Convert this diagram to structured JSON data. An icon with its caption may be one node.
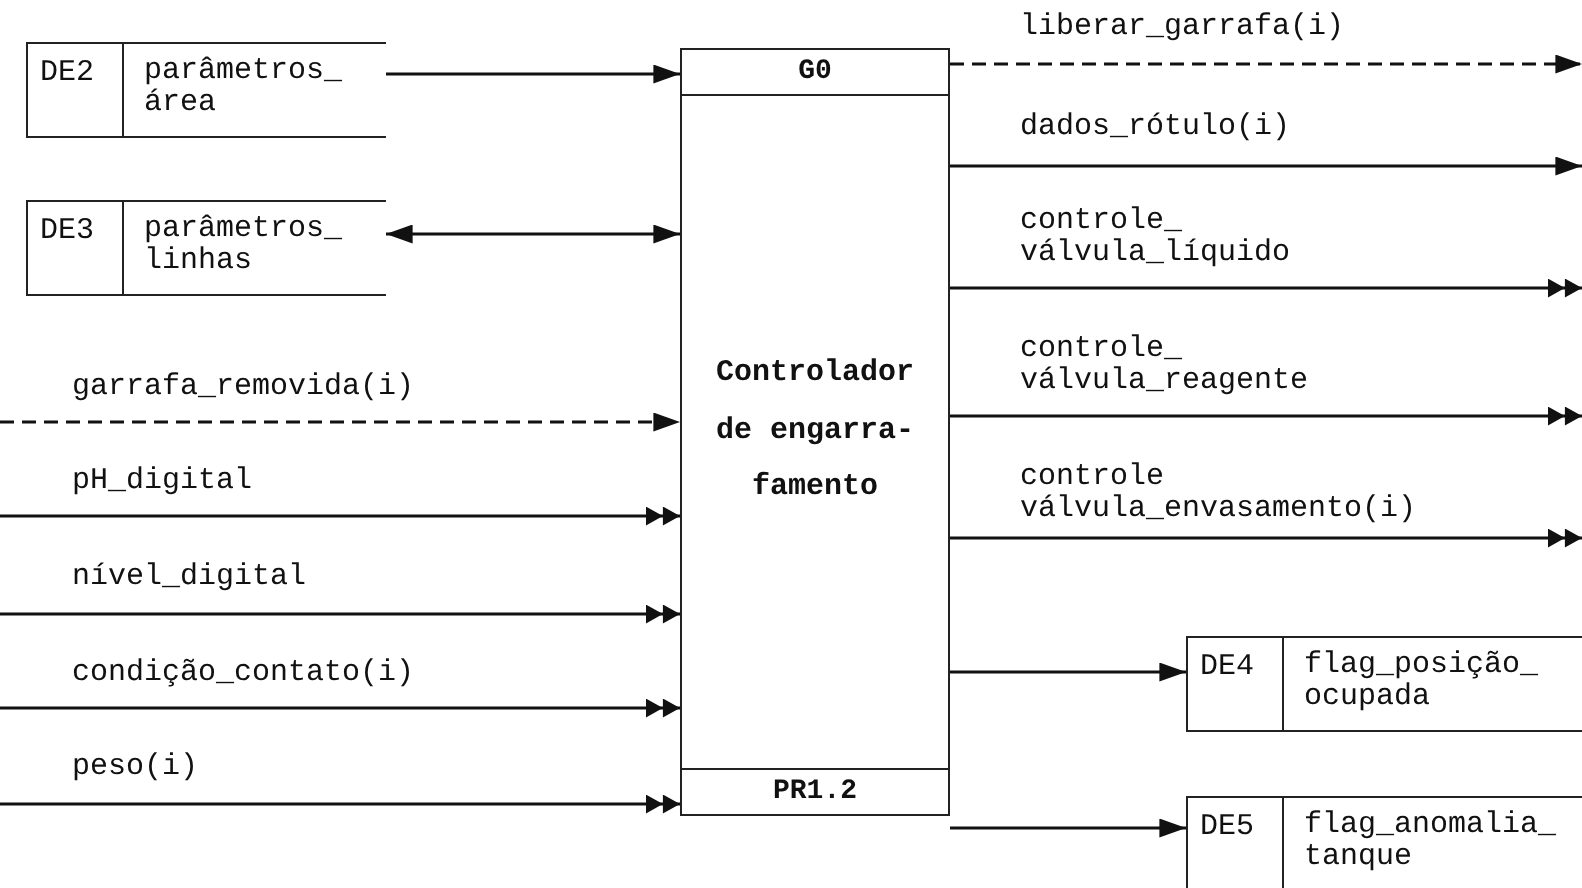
{
  "diagram": {
    "nodes": [
      {
        "text": [
          "G0",
          "Controlador de engarra-famento",
          "PR1.2"
        ]
      },
      {
        "text": [
          "DE2",
          "parâmetros_ área"
        ]
      },
      {
        "text": [
          "DE3",
          "parâmetros_ linhas"
        ]
      },
      {
        "text": [
          "DE4",
          "flag_posição_ ocupada"
        ]
      },
      {
        "text": [
          "DE5",
          "flag_anomalia_ tanque"
        ]
      }
    ],
    "edges": [
      {
        "from": 1,
        "to": 0,
        "arrow": "to"
      },
      {
        "from": 2,
        "to": 0,
        "arrow": "both"
      },
      {
        "from": null,
        "to": 0,
        "arrow": "to",
        "label": "garrafa_removida(i)",
        "style": "dashed"
      },
      {
        "from": null,
        "to": 0,
        "arrow": "to",
        "label": "pH_digital"
      },
      {
        "from": null,
        "to": 0,
        "arrow": "to",
        "label": "nível_digital"
      },
      {
        "from": null,
        "to": 0,
        "arrow": "to",
        "label": "condição_contato(i)"
      },
      {
        "from": null,
        "to": 0,
        "arrow": "to",
        "label": "peso(i)"
      },
      {
        "from": 0,
        "to": null,
        "arrow": "to",
        "label": "liberar_garrafa(i)",
        "style": "dashed"
      },
      {
        "from": 0,
        "to": null,
        "arrow": "to",
        "label": "dados_rótulo(i)"
      },
      {
        "from": 0,
        "to": null,
        "arrow": "to",
        "label": "controle_ válvula_líquido"
      },
      {
        "from": 0,
        "to": null,
        "arrow": "to",
        "label": "controle_ válvula_reagente"
      },
      {
        "from": 0,
        "to": null,
        "arrow": "to",
        "label": "controle válvula_envasamento(i)"
      },
      {
        "from": 0,
        "to": 3,
        "arrow": "to"
      },
      {
        "from": 0,
        "to": 4,
        "arrow": "to"
      }
    ]
  }
}
